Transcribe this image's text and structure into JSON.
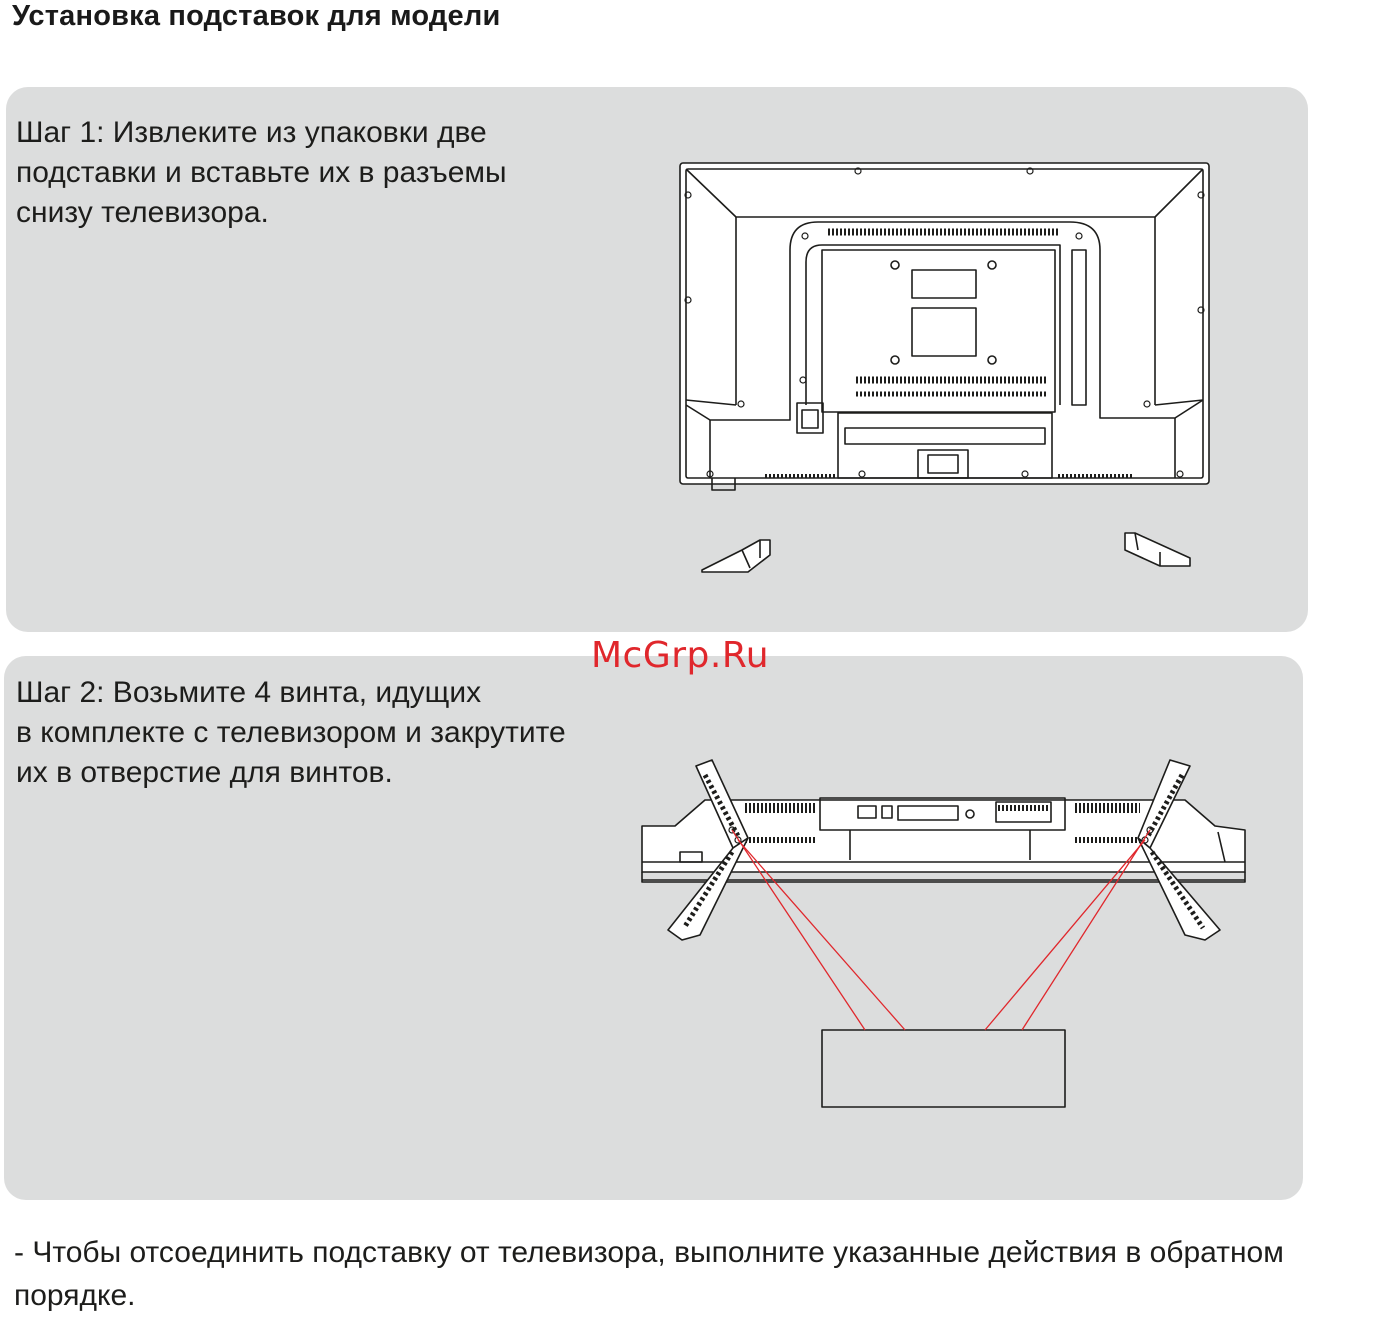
{
  "title": "Установка подставок для модели",
  "step1": {
    "lines": [
      "Шаг 1: Извлеките из упаковки две",
      "подставки и вставьте их в разъемы",
      "снизу телевизора."
    ]
  },
  "step2": {
    "lines": [
      "Шаг 2: Возьмите 4 винта, идущих",
      "в комплекте с телевизором и закрутите",
      "их в отверстие для винтов."
    ]
  },
  "watermark": "McGrp.Ru",
  "note": {
    "lines": [
      "- Чтобы отсоединить подставку от телевизора, выполните указанные действия в обратном",
      "порядке."
    ]
  },
  "colors": {
    "panel_bg": "#dcdddd",
    "watermark": "#e0272c",
    "guide_lines": "#e0272c",
    "drawing_stroke": "#1d1d1b"
  }
}
